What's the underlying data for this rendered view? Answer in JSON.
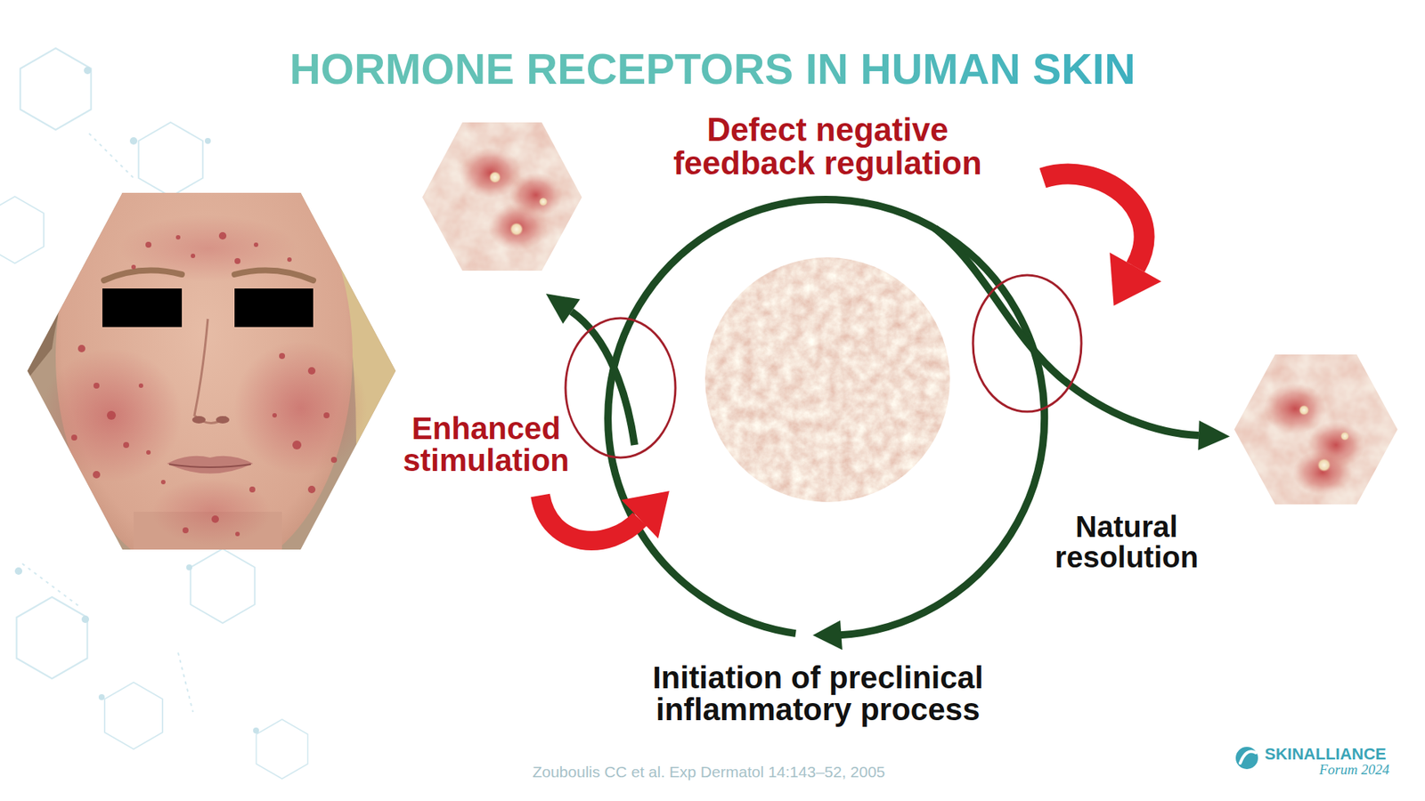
{
  "diagram": {
    "title": "HORMONE RECEPTORS IN HUMAN SKIN",
    "labels": [
      "Defect negative feedback regulation",
      "Enhanced stimulation",
      "Natural resolution",
      "Initiation of preclinical inflammatory process",
      "Zouboulis CC et al. Exp Dermatol 14:143–52, 2005",
      "SKINALLIANCE",
      "Forum 2024"
    ]
  }
}
